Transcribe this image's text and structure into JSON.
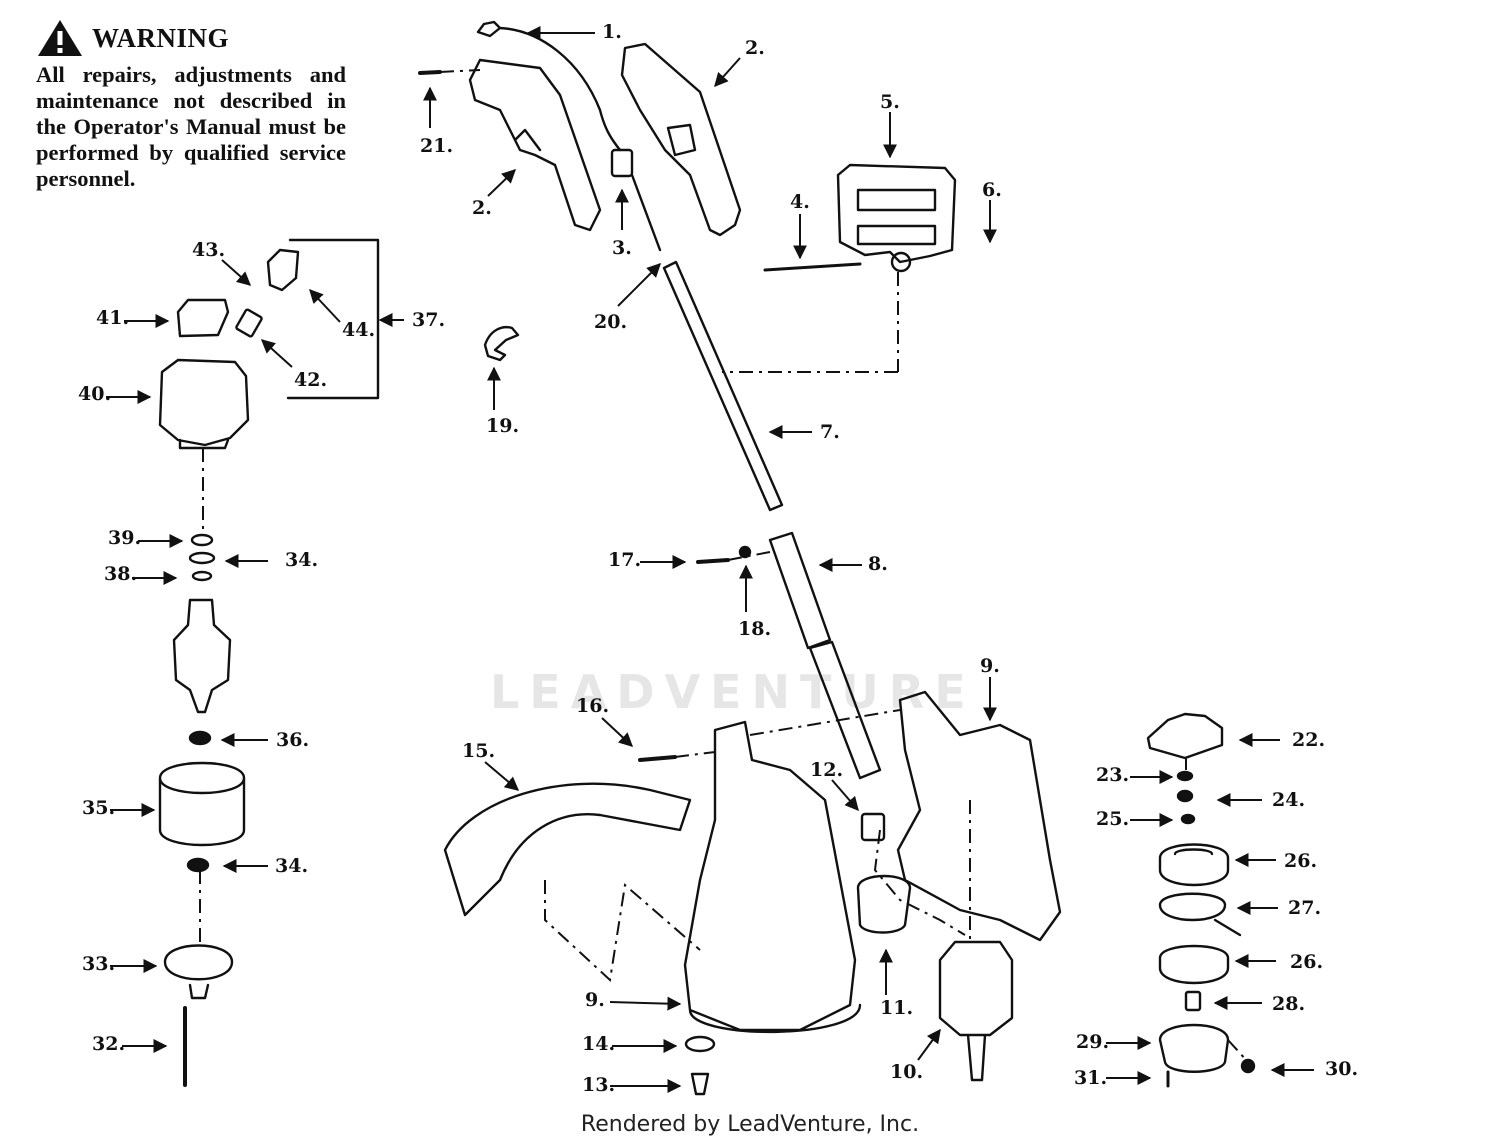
{
  "warning": {
    "title": "WARNING",
    "text": "All repairs, adjustments and maintenance not described in the Operator's Manual must be performed by qualified service personnel."
  },
  "watermark": "LEADVENTURE",
  "footer": "Rendered by LeadVenture, Inc.",
  "callouts": [
    "1.",
    "2.",
    "2.",
    "3.",
    "4.",
    "5.",
    "6.",
    "7.",
    "8.",
    "9.",
    "9.",
    "10.",
    "11.",
    "12.",
    "13.",
    "14.",
    "15.",
    "16.",
    "17.",
    "18.",
    "19.",
    "20.",
    "21.",
    "22.",
    "23.",
    "24.",
    "25.",
    "26.",
    "26.",
    "27.",
    "28.",
    "29.",
    "30.",
    "31.",
    "32.",
    "33.",
    "34.",
    "34.",
    "35.",
    "36.",
    "37.",
    "38.",
    "39.",
    "40.",
    "41.",
    "42.",
    "43.",
    "44."
  ]
}
